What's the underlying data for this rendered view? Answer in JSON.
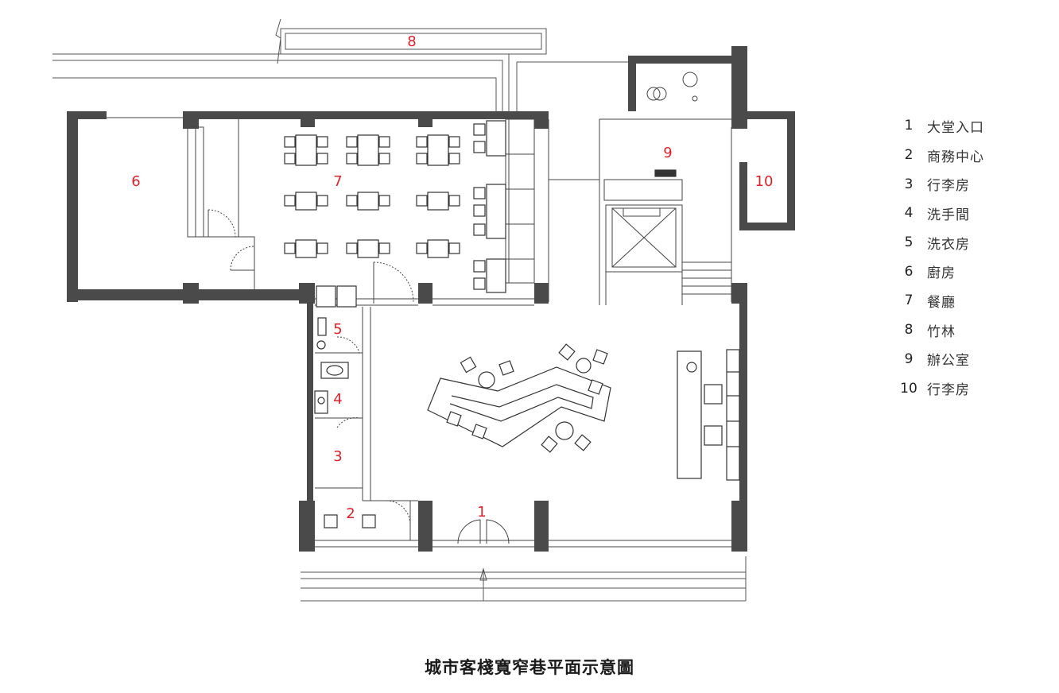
{
  "rooms": [
    {
      "id": "1",
      "label": "1",
      "name": "大堂入口"
    },
    {
      "id": "2",
      "label": "2",
      "name": "商務中心"
    },
    {
      "id": "3",
      "label": "3",
      "name": "行李房"
    },
    {
      "id": "4",
      "label": "4",
      "name": "洗手間"
    },
    {
      "id": "5",
      "label": "5",
      "name": "洗衣房"
    },
    {
      "id": "6",
      "label": "6",
      "name": "廚房"
    },
    {
      "id": "7",
      "label": "7",
      "name": "餐廳"
    },
    {
      "id": "8",
      "label": "8",
      "name": "竹林"
    },
    {
      "id": "9",
      "label": "9",
      "name": "辦公室"
    },
    {
      "id": "10",
      "label": "10",
      "name": "行李房"
    }
  ],
  "caption": "城市客棧寬窄巷平面示意圖",
  "colors": {
    "wall": "#4a4a4a",
    "line": "#333333",
    "room_label": "#e0202a"
  }
}
